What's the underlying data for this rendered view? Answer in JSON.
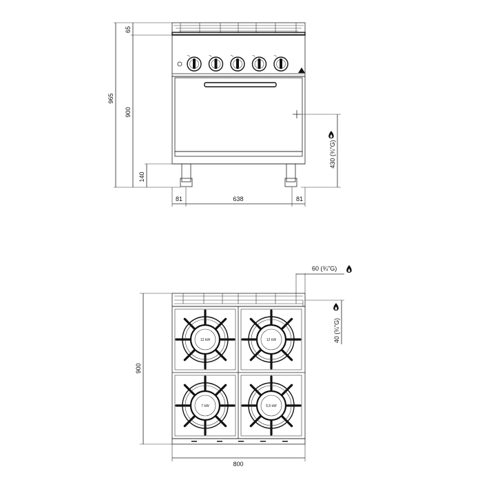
{
  "front_view": {
    "dims": {
      "total_height": "965",
      "body_height": "900",
      "top_height": "65",
      "leg_height": "140",
      "left_offset": "81",
      "leg_span": "638",
      "right_offset": "81",
      "gas_inlet": "430 (¾\"G)"
    },
    "knob_count": 5
  },
  "top_view": {
    "dims": {
      "depth": "900",
      "width": "800",
      "gas_connection": "60 (¾\"G)",
      "side_connection": "40 (¾\"G)"
    },
    "burners": [
      {
        "label": "12 kW"
      },
      {
        "label": "12 kW"
      },
      {
        "label": "7 kW"
      },
      {
        "label": "5,5 kW"
      }
    ]
  }
}
